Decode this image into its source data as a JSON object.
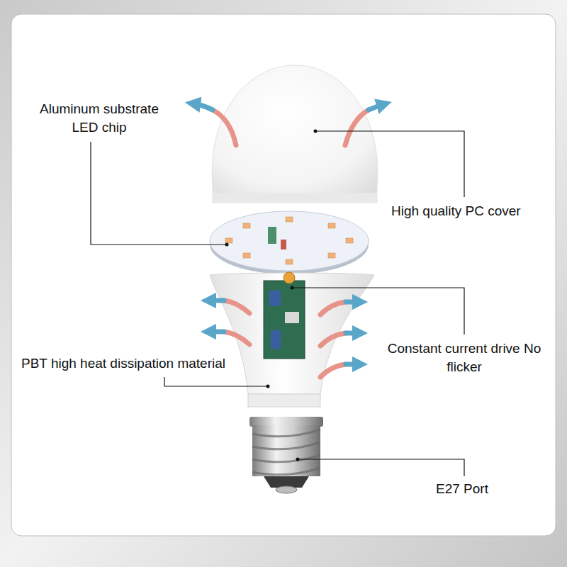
{
  "diagram": {
    "labels": [
      "Aluminum substrate LED chip",
      "High quality PC cover",
      "Constant current drive No flicker",
      "PBT high heat dissipation material",
      "E27 Port"
    ]
  }
}
